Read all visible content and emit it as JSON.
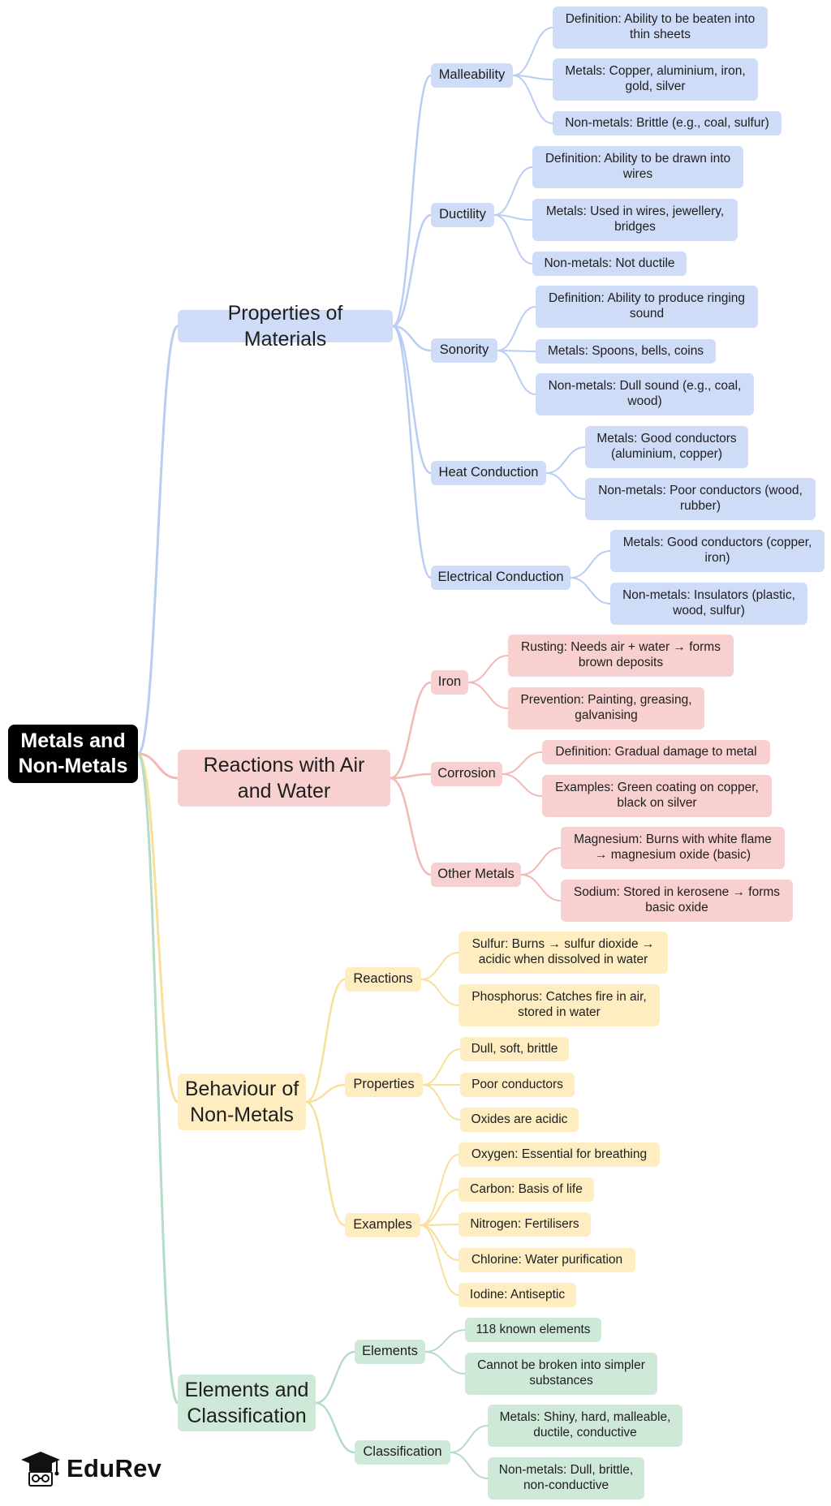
{
  "colors": {
    "blue": "#b9cdf3",
    "red": "#f3b7b4",
    "yellow": "#f8df9b",
    "green": "#b5dcc4",
    "root": "#000000"
  },
  "root": "Metals and Non-Metals",
  "properties": {
    "title": "Properties of Materials",
    "malleability": {
      "label": "Malleability",
      "definition": "Definition: Ability to be beaten into thin sheets",
      "metals": "Metals: Copper, aluminium, iron, gold, silver",
      "nonmetals": "Non-metals: Brittle (e.g., coal, sulfur)"
    },
    "ductility": {
      "label": "Ductility",
      "definition": "Definition: Ability to be drawn into wires",
      "metals": "Metals: Used in wires, jewellery, bridges",
      "nonmetals": "Non-metals: Not ductile"
    },
    "sonority": {
      "label": "Sonority",
      "definition": "Definition: Ability to produce ringing sound",
      "metals": "Metals: Spoons, bells, coins",
      "nonmetals": "Non-metals: Dull sound (e.g., coal, wood)"
    },
    "heat": {
      "label": "Heat Conduction",
      "metals": "Metals: Good conductors (aluminium, copper)",
      "nonmetals": "Non-metals: Poor conductors (wood, rubber)"
    },
    "electrical": {
      "label": "Electrical Conduction",
      "metals": "Metals: Good conductors (copper, iron)",
      "nonmetals": "Non-metals: Insulators (plastic, wood, sulfur)"
    }
  },
  "reactions": {
    "title": "Reactions with Air and Water",
    "iron": {
      "label": "Iron",
      "rusting": "Rusting: Needs air + water → forms brown deposits",
      "prevention": "Prevention: Painting, greasing, galvanising"
    },
    "corrosion": {
      "label": "Corrosion",
      "definition": "Definition: Gradual damage to metal",
      "examples": "Examples: Green coating on copper, black on silver"
    },
    "other": {
      "label": "Other Metals",
      "magnesium": "Magnesium: Burns with white flame → magnesium oxide (basic)",
      "sodium": "Sodium: Stored in kerosene → forms basic oxide"
    }
  },
  "behaviour": {
    "title": "Behaviour of Non-Metals",
    "reactions": {
      "label": "Reactions",
      "sulfur": "Sulfur: Burns → sulfur dioxide → acidic when dissolved in water",
      "phosphorus": "Phosphorus: Catches fire in air, stored in water"
    },
    "properties": {
      "label": "Properties",
      "dull": "Dull, soft, brittle",
      "poor": "Poor conductors",
      "oxides": "Oxides are acidic"
    },
    "examples": {
      "label": "Examples",
      "oxygen": "Oxygen: Essential for breathing",
      "carbon": "Carbon: Basis of life",
      "nitrogen": "Nitrogen: Fertilisers",
      "chlorine": "Chlorine: Water purification",
      "iodine": "Iodine: Antiseptic"
    }
  },
  "elements": {
    "title": "Elements and Classification",
    "elements": {
      "label": "Elements",
      "known": "118 known elements",
      "cannot": "Cannot be broken into simpler substances"
    },
    "classification": {
      "label": "Classification",
      "metals": "Metals: Shiny, hard, malleable, ductile, conductive",
      "nonmetals": "Non-metals: Dull, brittle, non-conductive"
    }
  },
  "logo": {
    "text": "EduRev",
    "icon": "graduation-cap-icon"
  }
}
